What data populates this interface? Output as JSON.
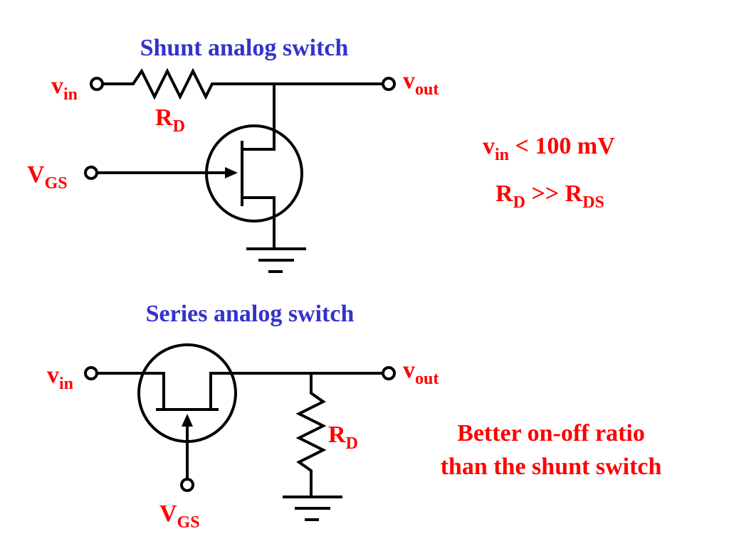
{
  "shunt": {
    "title": "Shunt analog switch",
    "vin": {
      "main": "v",
      "sub": "in"
    },
    "vout": {
      "main": "v",
      "sub": "out"
    },
    "rd": {
      "main": "R",
      "sub": "D"
    },
    "vgs": {
      "main": "V",
      "sub": "GS"
    },
    "condition1": {
      "a": "v",
      "b": "in",
      "c": " < 100 mV"
    },
    "condition2": {
      "a": "R",
      "b": "D",
      "c": " >> R",
      "d": "DS"
    }
  },
  "series": {
    "title": "Series analog switch",
    "vin": {
      "main": "v",
      "sub": "in"
    },
    "vout": {
      "main": "v",
      "sub": "out"
    },
    "rd": {
      "main": "R",
      "sub": "D"
    },
    "vgs": {
      "main": "V",
      "sub": "GS"
    },
    "note_line1": "Better on-off ratio",
    "note_line2": "than the shunt switch"
  },
  "colors": {
    "title": "#3333cc",
    "label": "#ff0000",
    "wire": "#000000"
  }
}
